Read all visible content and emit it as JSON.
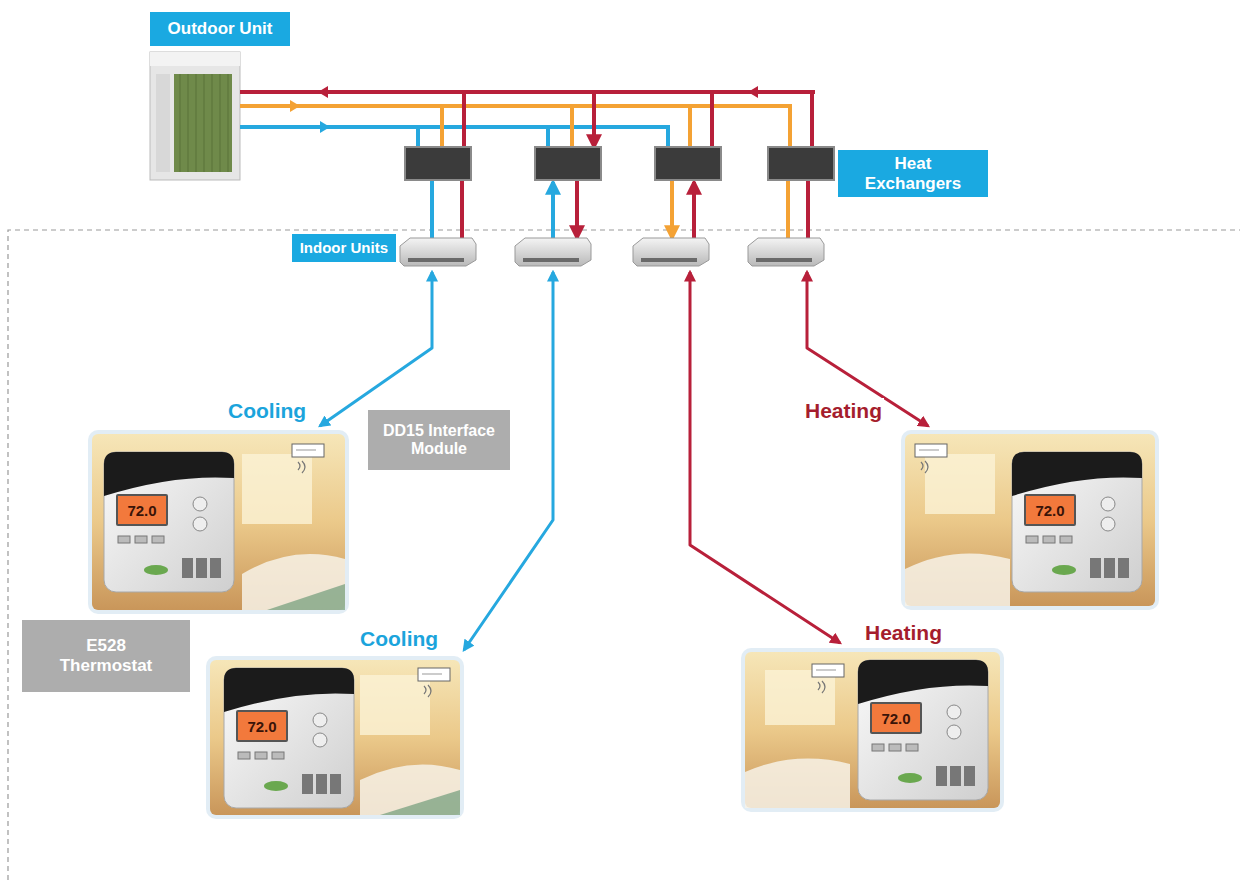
{
  "diagram": {
    "nodes": [
      {
        "text": [
          "Outdoor Unit"
        ]
      },
      {
        "text": [
          "Heat Exchangers"
        ]
      },
      {
        "text": [
          "Indoor Units"
        ]
      },
      {
        "text": [
          "Cooling"
        ]
      },
      {
        "text": [
          "DD15 Interface Module"
        ]
      },
      {
        "text": [
          "Heating"
        ]
      },
      {
        "text": [
          "E528 Thermostat"
        ]
      },
      {
        "text": [
          "Cooling"
        ]
      },
      {
        "text": [
          "Heating"
        ]
      }
    ],
    "labels": [
      "72.0",
      "72.0",
      "72.0",
      "72.0"
    ]
  }
}
